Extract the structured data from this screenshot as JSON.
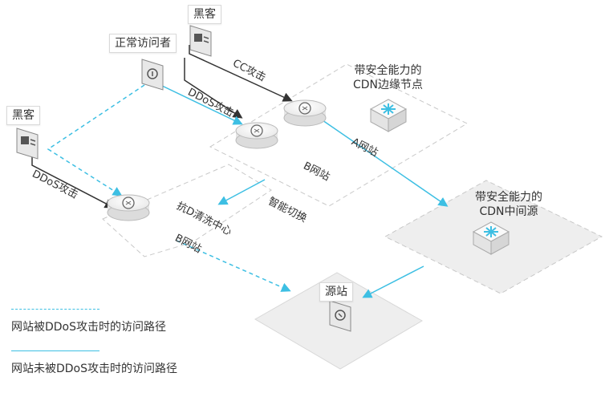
{
  "labels": {
    "hacker": "黑客",
    "normal_visitor": "正常访问者",
    "edge_node": [
      "带安全能力的",
      "CDN边缘节点"
    ],
    "mid_origin": [
      "带安全能力的",
      "CDN中间源"
    ],
    "origin": "源站",
    "scrubbing": "抗D清洗中心",
    "smart_switch": "智能切换",
    "cc_attack": "CC攻击",
    "ddos_attack": "DDoS攻击",
    "site_a": "A网站",
    "site_b": "B网站"
  },
  "legend": {
    "dashed": "网站被DDoS攻击时的访问路径",
    "solid": "网站未被DDoS攻击时的访问路径"
  },
  "colors": {
    "path": "#3dbfe3",
    "dark_line": "#333333",
    "plane_border": "#cccccc",
    "plane_fill": "#eeeeee"
  }
}
